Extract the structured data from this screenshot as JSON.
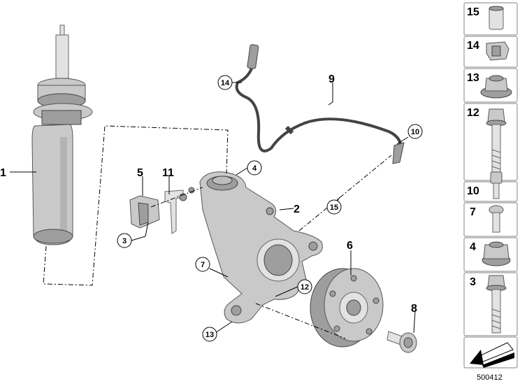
{
  "callouts": {
    "c1": "1",
    "c2": "2",
    "c3": "3",
    "c4": "4",
    "c5": "5",
    "c6": "6",
    "c7": "7",
    "c8": "8",
    "c9": "9",
    "c10": "10",
    "c11": "11",
    "c12": "12",
    "c13": "13",
    "c14": "14",
    "c15": "15"
  },
  "side_panel": {
    "items": [
      {
        "number": "15",
        "part": "bushing"
      },
      {
        "number": "14",
        "part": "clip"
      },
      {
        "number": "13",
        "part": "collar-nut"
      },
      {
        "number": "12",
        "part": "hex-bolt"
      },
      {
        "number": "10",
        "part": "socket-head-screw"
      },
      {
        "number": "7",
        "part": "torx-screw"
      },
      {
        "number": "4",
        "part": "hex-nut"
      },
      {
        "number": "3",
        "part": "long-bolt"
      }
    ]
  },
  "diagram_ref": "500412"
}
